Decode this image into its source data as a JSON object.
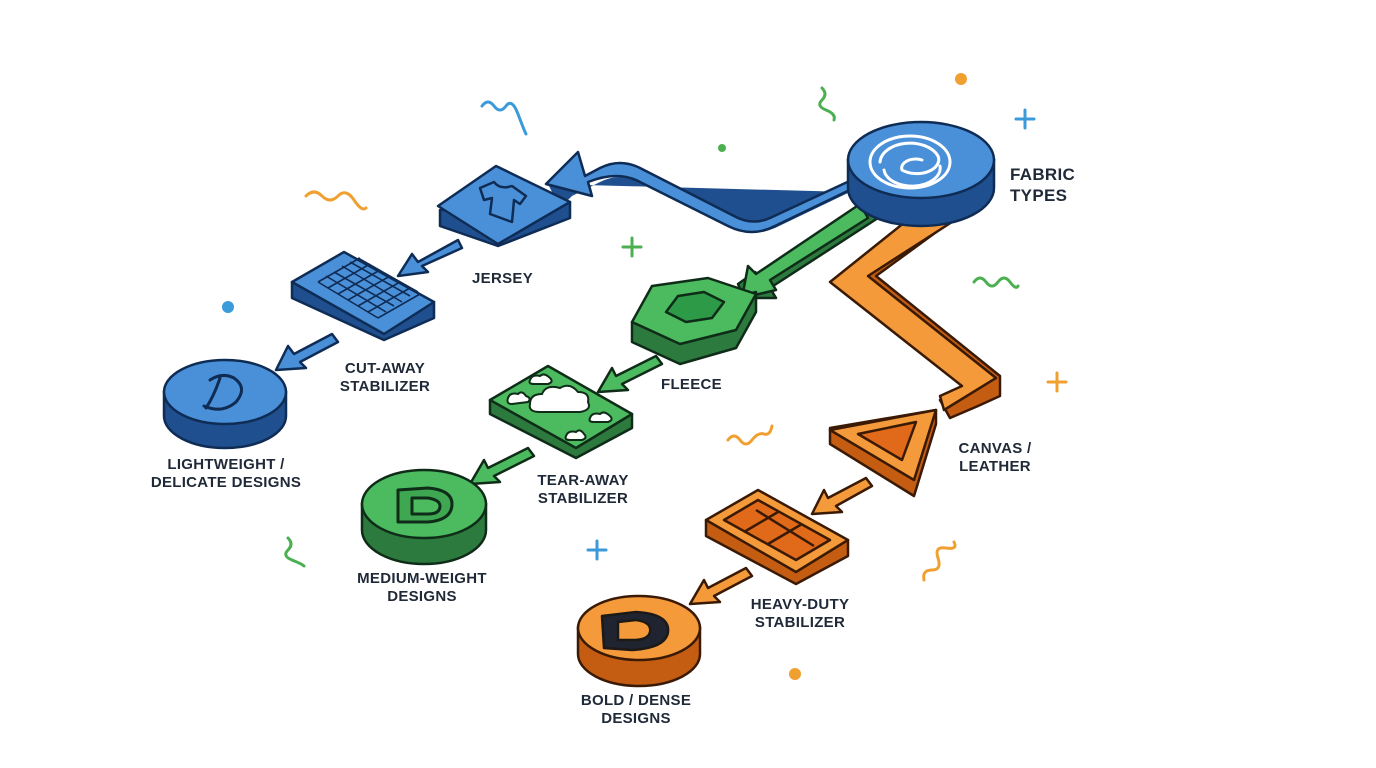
{
  "title": {
    "line1": "FABRIC",
    "line2": "TYPES"
  },
  "branches": [
    {
      "color": "#3b82c9",
      "fabric": {
        "line1": "JERSEY",
        "icon": "t-shirt-icon"
      },
      "stabilizer": {
        "line1": "CUT-AWAY",
        "line2": "STABILIZER",
        "icon": "mesh-grid-icon"
      },
      "design": {
        "line1": "LIGHTWEIGHT /",
        "line2": "DELICATE DESIGNS",
        "icon": "letter-d-script-icon"
      }
    },
    {
      "color": "#3fae5a",
      "fabric": {
        "line1": "FLEECE",
        "icon": "hexagon-icon"
      },
      "stabilizer": {
        "line1": "TEAR-AWAY",
        "line2": "STABILIZER",
        "icon": "cloud-icon"
      },
      "design": {
        "line1": "MEDIUM-WEIGHT",
        "line2": "DESIGNS",
        "icon": "letter-d-block-icon"
      }
    },
    {
      "color": "#f0892b",
      "fabric": {
        "line1": "CANVAS /",
        "line2": "LEATHER",
        "icon": "triangle-icon"
      },
      "stabilizer": {
        "line1": "HEAVY-DUTY",
        "line2": "STABILIZER",
        "icon": "panel-grid-icon"
      },
      "design": {
        "line1": "BOLD / DENSE",
        "line2": "DESIGNS",
        "icon": "letter-d-bold-icon"
      }
    }
  ],
  "source_icon": "spiral-disc-icon"
}
